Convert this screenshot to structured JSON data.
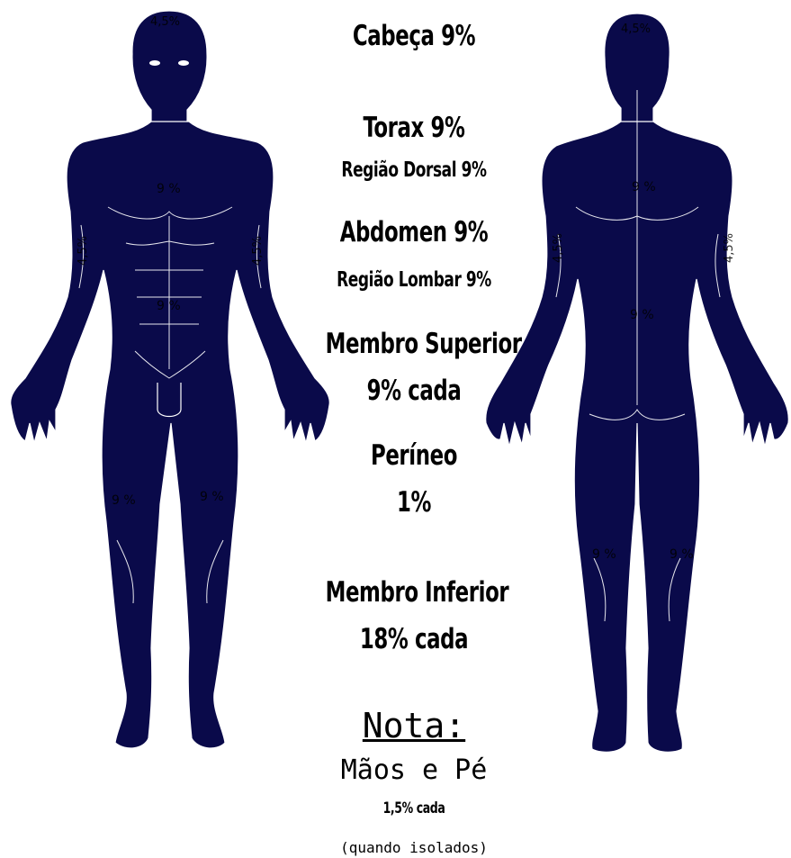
{
  "front_labels": {
    "head": "4,5%",
    "chest": "9 %",
    "abdomen": "9 %",
    "left_arm": "4,5%",
    "right_arm": "4,5%",
    "left_leg": "9 %",
    "right_leg": "9 %"
  },
  "back_labels": {
    "head": "4,5%",
    "upper_back": "9 %",
    "lower_back": "9 %",
    "left_arm": "4,5%",
    "right_arm": "4,5%",
    "left_leg": "9 %",
    "right_leg": "9 %"
  },
  "legend": {
    "cabeca": "Cabeça 9%",
    "torax": "Torax 9%",
    "dorsal": "Região Dorsal 9%",
    "abdomen": "Abdomen 9%",
    "lombar": "Região Lombar 9%",
    "membro_superior": "Membro Superior",
    "membro_superior_val": "9% cada",
    "perineo": "Períneo",
    "perineo_val": "1%",
    "membro_inferior": "Membro Inferior",
    "membro_inferior_val": "18% cada",
    "nota": "Nota:",
    "maos": "Mãos e Pé",
    "maos_val": "1,5% cada",
    "isolados": "(quando isolados)"
  },
  "colors": {
    "body_fill": "#0a0a4a",
    "outline": "#ffffff"
  }
}
